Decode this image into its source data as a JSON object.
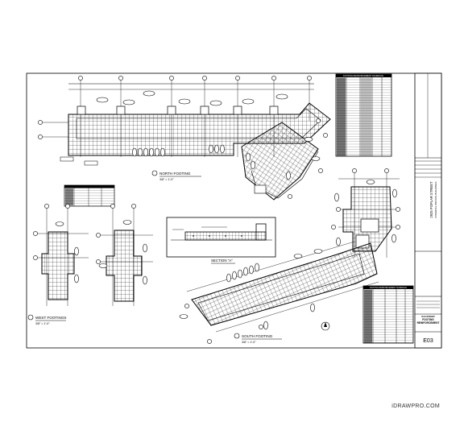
{
  "drawing": {
    "plan_titles": {
      "north": "NORTH FOOTING",
      "south": "SOUTH FOOTING",
      "west": "WEST FOOTINGS",
      "section": "SECTION \"A\""
    },
    "scales": {
      "north": "3/8\" = 1'-0\"",
      "south": "3/8\" = 1'-0\"",
      "west": "3/8\" = 1'-0\""
    },
    "schedules": {
      "top": "FOOTING REINFORCEMENT SCHEDULE",
      "bottom": "FOOTING REINFORCEMENT SCHEDULE"
    }
  },
  "title_block": {
    "address": "2925 POPLAR STREET",
    "project": "INTERNAL PRIVATE BUILDINGS",
    "sheet_title": "EXTERIOR FOOTING REINFORCEMENT",
    "sheet_number": "E03"
  },
  "watermark": "iDRAWPRO.COM"
}
